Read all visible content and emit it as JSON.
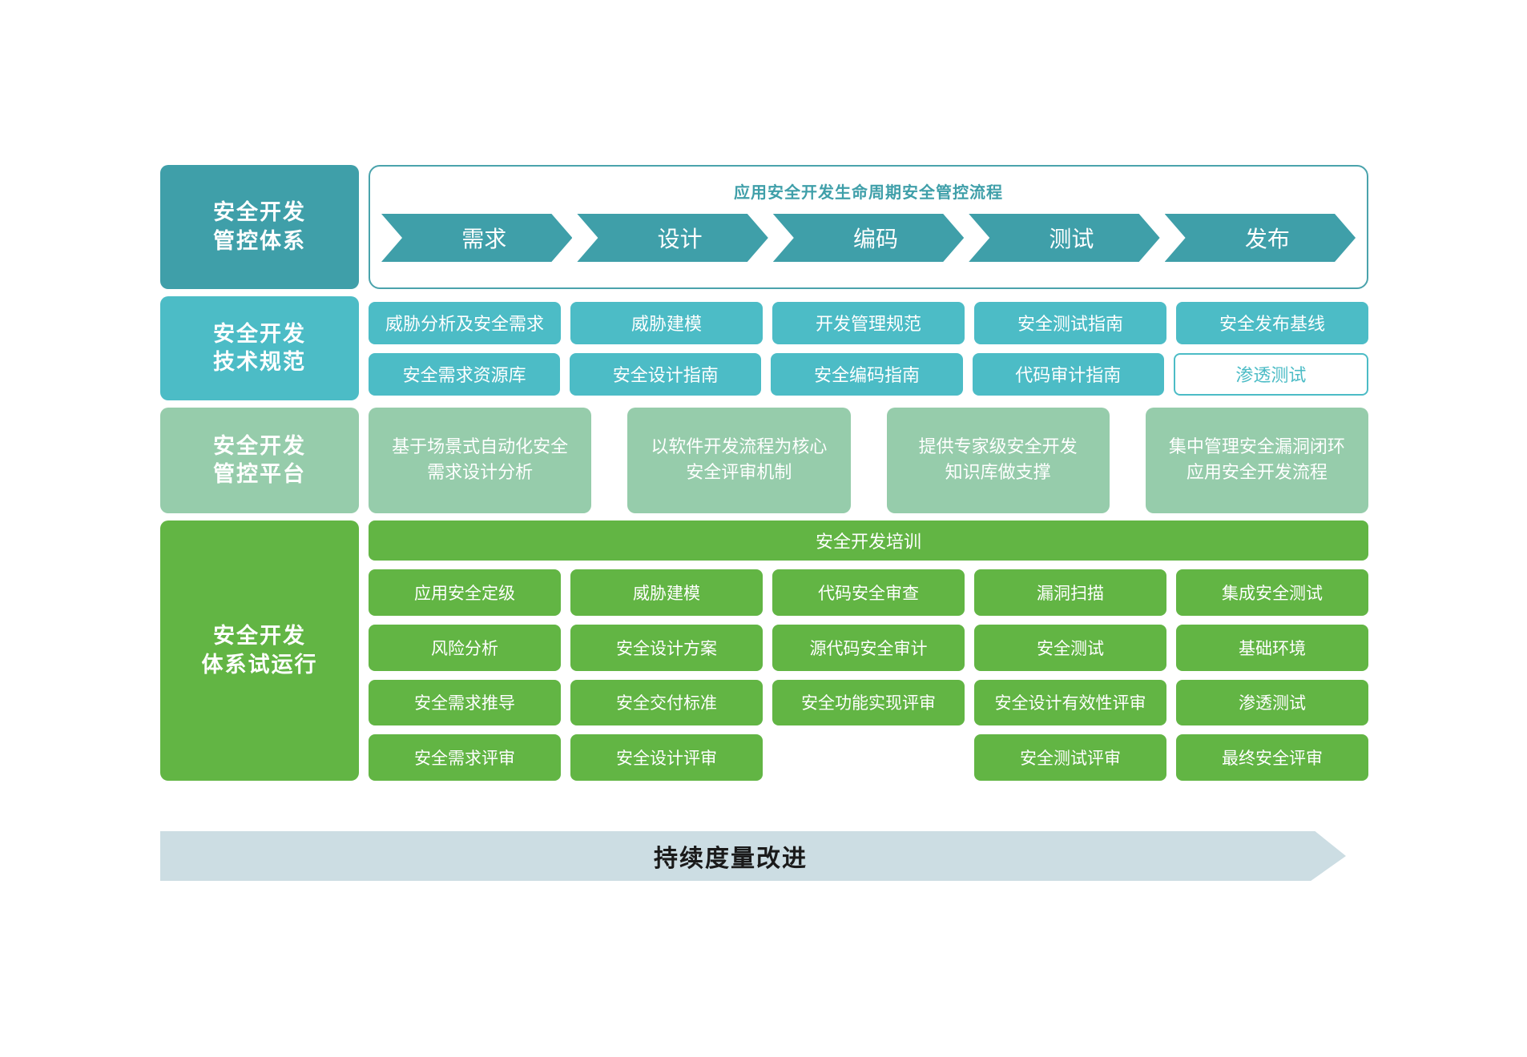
{
  "diagram": {
    "title": "应用安全开发生命周期安全管控流程",
    "colors": {
      "teal_dark": "#3f9fa9",
      "teal_light": "#4cbcc6",
      "green_light": "#96ccab",
      "green": "#62b544",
      "arrow_gray": "#ccdde3"
    }
  },
  "bands": [
    {
      "label": "安全开发\n管控体系",
      "lifecycle_title": "应用安全开发生命周期安全管控流程",
      "stages": [
        "需求",
        "设计",
        "编码",
        "测试",
        "发布"
      ]
    },
    {
      "label": "安全开发\n技术规范",
      "rows": [
        [
          "威胁分析及安全需求",
          "威胁建模",
          "开发管理规范",
          "安全测试指南",
          "安全发布基线"
        ],
        [
          "安全需求资源库",
          "安全设计指南",
          "安全编码指南",
          "代码审计指南",
          "渗透测试"
        ]
      ]
    },
    {
      "label": "安全开发\n管控平台",
      "items": [
        "基于场景式自动化安全\n需求设计分析",
        "以软件开发流程为核心\n安全评审机制",
        "提供专家级安全开发\n知识库做支撑",
        "集中管理安全漏洞闭环\n应用安全开发流程"
      ]
    },
    {
      "label": "安全开发\n体系试运行",
      "banner": "安全开发培训",
      "rows": [
        [
          "应用安全定级",
          "威胁建模",
          "代码安全审查",
          "漏洞扫描",
          "集成安全测试"
        ],
        [
          "风险分析",
          "安全设计方案",
          "源代码安全审计",
          "安全测试",
          "基础环境"
        ],
        [
          "安全需求推导",
          "安全交付标准",
          "安全功能实现评审",
          "安全设计有效性评审",
          "渗透测试"
        ],
        [
          "安全需求评审",
          "安全设计评审",
          "",
          "安全测试评审",
          "最终安全评审"
        ]
      ]
    }
  ],
  "footer": {
    "arrow_label": "持续度量改进"
  }
}
